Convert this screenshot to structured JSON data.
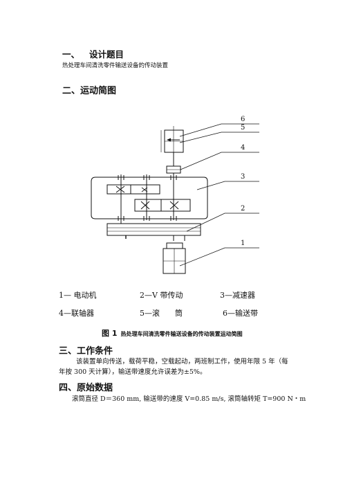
{
  "section1": {
    "number": "一、",
    "title": "设计题目"
  },
  "design_topic": "热处理车间清洗零件输送设备的传动装置",
  "section2": {
    "heading": "二、运动简图"
  },
  "diagram": {
    "callouts": [
      "6",
      "5",
      "4",
      "3",
      "2",
      "1"
    ]
  },
  "legend": {
    "row1": [
      "1— 电动机",
      "2—V 带传动",
      "3—减速器"
    ],
    "row2": [
      "4—联轴器",
      "5—滚　　筒",
      "6—输送带"
    ]
  },
  "figure_caption": {
    "label": "图 1",
    "text": "热处理车间清洗零件输送设备的传动装置运动简图"
  },
  "section3": {
    "heading": "三、工作条件",
    "line1": "该装置单向传送，载荷平稳，空载起动，两班制工作，使用年限 5 年（每",
    "line2": "年按 300 天计算），输送带速度允许误差为±5%。"
  },
  "section4": {
    "heading": "四、原始数据",
    "line1": "滚筒直径 D＝360 mm, 输送带的速度 V=0.85 m/s, 滚筒轴转矩 T=900 N・m"
  }
}
